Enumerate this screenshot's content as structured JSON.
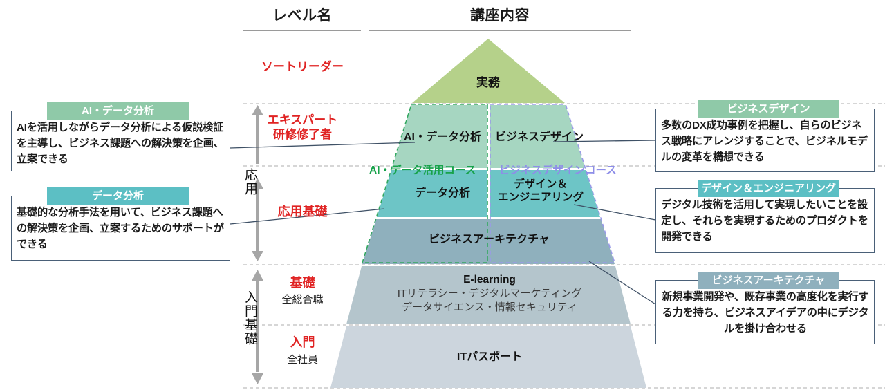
{
  "headers": {
    "level_column": "レベル名",
    "content_column": "講座内容"
  },
  "levels": [
    {
      "name": "ソートリーダー",
      "sub": ""
    },
    {
      "name": "エキスパート\n研修修了者",
      "sub": ""
    },
    {
      "name": "応用基礎",
      "sub": ""
    },
    {
      "name": "基礎",
      "sub": "全総合職"
    },
    {
      "name": "入門",
      "sub": "全社員"
    }
  ],
  "level_names": {
    "thought_leader": "ソートリーダー",
    "expert_line1": "エキスパート",
    "expert_line2": "研修修了者",
    "applied_basic": "応用基礎",
    "basic": "基礎",
    "basic_sub": "全総合職",
    "entry": "入門",
    "entry_sub": "全社員"
  },
  "band_labels": {
    "applied": "応用",
    "entry_foundation": "入門基礎"
  },
  "courses": {
    "ai_course": "AI・データ活用コース",
    "bd_course": "ビジネスデザインコース"
  },
  "pyramid": {
    "apex": "実務",
    "tier2_left": "AI・データ分析",
    "tier2_right": "ビジネスデザイン",
    "tier3_left": "データ分析",
    "tier3_right_line1": "デザイン＆",
    "tier3_right_line2": "エンジニアリング",
    "tier4": "ビジネスアーキテクチャ",
    "tier5_title": "E-learning",
    "tier5_line1": "ITリテラシー・デジタルマーケティング",
    "tier5_line2": "データサイエンス・情報セキュリティ",
    "tier6": "ITパスポート"
  },
  "callouts": {
    "ai_data_analysis": {
      "title": "AI・データ分析",
      "body": "AIを活用しながらデータ分析による仮説検証を主導し、ビジネス課題への解決策を企画、立案できる",
      "badge_color": "#8fc9a8"
    },
    "data_analysis": {
      "title": "データ分析",
      "body": "基礎的な分析手法を用いて、ビジネス課題への解決策を企画、立案するためのサポートができる",
      "badge_color": "#5cbfc4"
    },
    "business_design": {
      "title": "ビジネスデザイン",
      "body": "多数のDX成功事例を把握し、自らのビジネス戦略にアレンジすることで、ビジネルモデルの変革を構想できる",
      "badge_color": "#8fc9a8"
    },
    "design_engineering": {
      "title": "デザイン＆エンジニアリング",
      "body": "デジタル技術を活用して実現したいことを設定し、それらを実現するためのプロダクトを開発できる",
      "badge_color": "#5cbfc4"
    },
    "business_architecture": {
      "title": "ビジネスアーキテクチャ",
      "body": "新規事業開発や、既存事業の高度化を実行する力を持ち、ビジネスアイデアの中にデジタルを掛け合わせる",
      "badge_color": "#8fb0bd"
    }
  },
  "colors": {
    "apex": "#b5d18a",
    "tier2": "#a6d6c1",
    "tier3": "#6dc5c6",
    "tier4": "#8fb0bd",
    "tier5": "#b4c5cc",
    "tier6": "#ccd5dd",
    "level_red": "#e02323",
    "course_green": "#17a24a",
    "course_blue": "#8e8ee8",
    "callout_border": "#4a6078",
    "arrow_gray": "#a6a6a6"
  }
}
